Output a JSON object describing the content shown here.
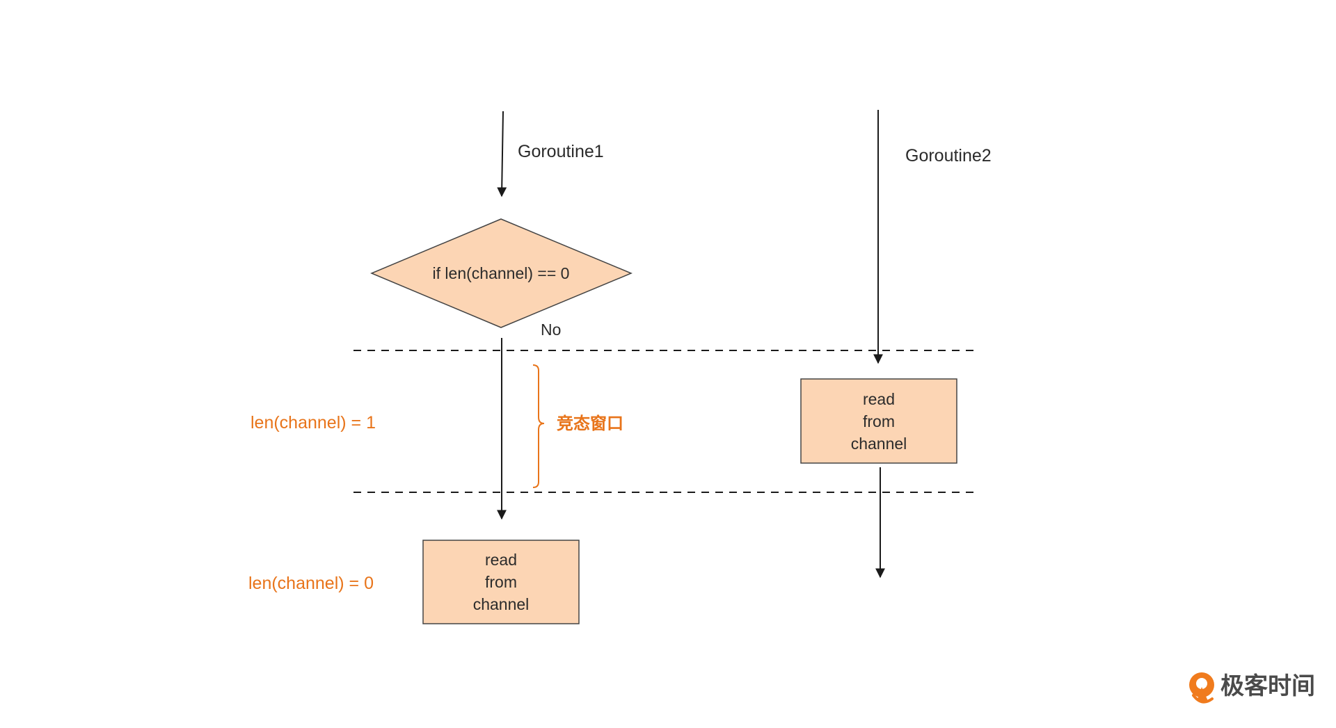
{
  "goroutine1": {
    "label": "Goroutine1",
    "condition": "if len(channel) == 0",
    "branch_label": "No",
    "read_box": [
      "read",
      "from",
      "channel"
    ]
  },
  "goroutine2": {
    "label": "Goroutine2",
    "read_box": [
      "read",
      "from",
      "channel"
    ]
  },
  "state_labels": {
    "len_one": "len(channel) = 1",
    "len_zero": "len(channel) = 0"
  },
  "race_window_label": "竞态窗口",
  "logo": {
    "text": "极客时间"
  },
  "colors": {
    "box_fill": "#fcd5b4",
    "accent_orange": "#e8741a",
    "line": "#1a1a1a"
  }
}
